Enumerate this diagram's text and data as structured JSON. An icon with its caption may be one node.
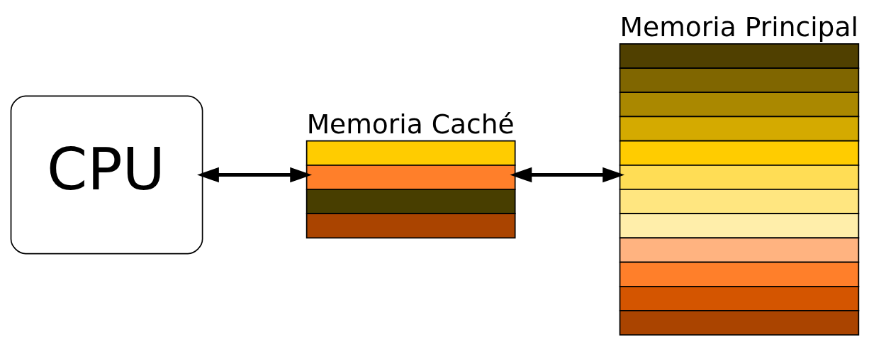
{
  "diagram": {
    "nodes": [
      {
        "text": [
          "CPU"
        ]
      },
      {
        "text": [
          "Memoria Caché"
        ]
      },
      {
        "text": [
          "Memoria Principal"
        ]
      }
    ],
    "edges": [
      {
        "from": 0,
        "to": 1,
        "arrow": "both"
      },
      {
        "from": 1,
        "to": 2,
        "arrow": "both"
      }
    ]
  }
}
